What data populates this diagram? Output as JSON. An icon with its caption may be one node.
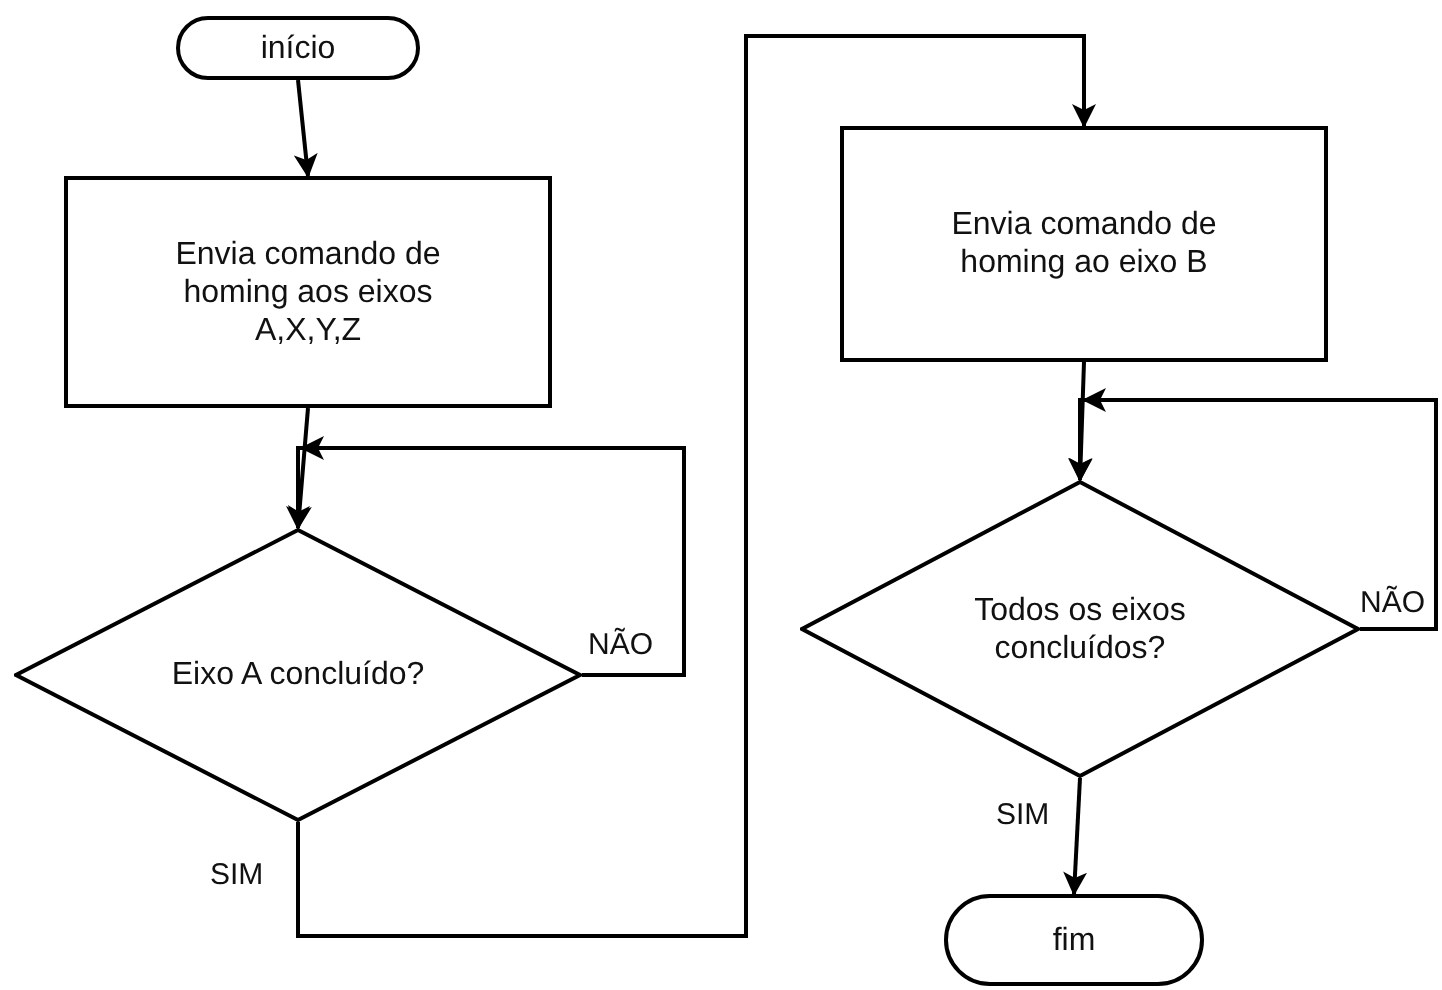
{
  "diagram": {
    "nodes": [
      {
        "text": [
          "início"
        ]
      },
      {
        "text": [
          "Envia comando de homing aos eixos A,X,Y,Z"
        ]
      },
      {
        "text": [
          "Eixo A concluído?"
        ]
      },
      {
        "text": [
          "Envia comando de homing ao eixo B"
        ]
      },
      {
        "text": [
          "Todos os eixos concluídos?"
        ]
      },
      {
        "text": [
          "fim"
        ]
      }
    ],
    "edges": [
      {
        "from": 0,
        "to": 1,
        "arrow": "to"
      },
      {
        "from": 1,
        "to": 2,
        "arrow": "to"
      },
      {
        "from": 2,
        "to": 2,
        "arrow": "to",
        "label": "NÃO"
      },
      {
        "from": 2,
        "to": 3,
        "arrow": "to",
        "label": "SIM"
      },
      {
        "from": 3,
        "to": 4,
        "arrow": "to"
      },
      {
        "from": 4,
        "to": 4,
        "arrow": "to",
        "label": "NÃO"
      },
      {
        "from": 4,
        "to": 5,
        "arrow": "to",
        "label": "SIM"
      }
    ]
  }
}
